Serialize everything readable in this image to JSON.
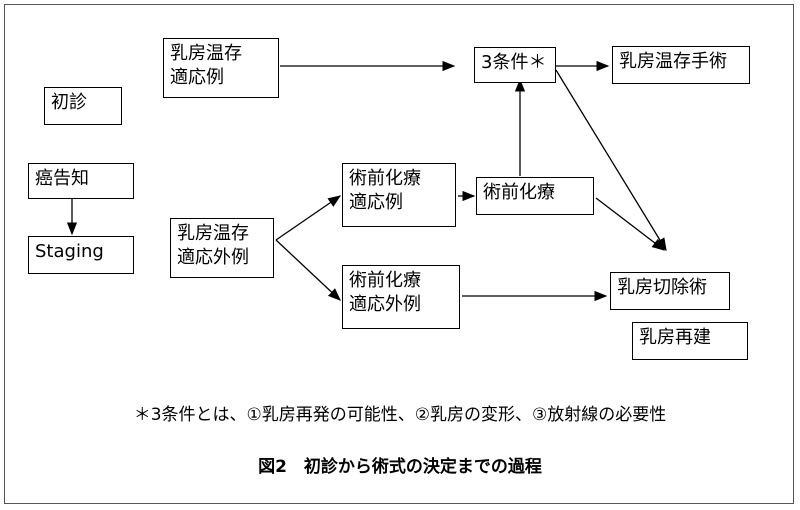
{
  "nodes": {
    "shonshin": "初診",
    "gan_kokuchi": "癌告知",
    "staging": "Staging",
    "onzon_tekio": [
      "乳房温存",
      "適応例"
    ],
    "onzon_tekiogai": [
      "乳房温存",
      "適応外例"
    ],
    "jutsuzen_tekio": [
      "術前化療",
      "適応例"
    ],
    "jutsuzen_tekiogai": [
      "術前化療",
      "適応外例"
    ],
    "jutsuzen_karyo": "術前化療",
    "sanjoken": "3条件＊",
    "onzon_shujutsu": "乳房温存手術",
    "setsujo": "乳房切除術",
    "saiken": "乳房再建"
  },
  "footnote": "＊3条件とは、①乳房再発の可能性、②乳房の変形、③放射線の必要性",
  "caption": "図2　初診から術式の決定までの過程"
}
